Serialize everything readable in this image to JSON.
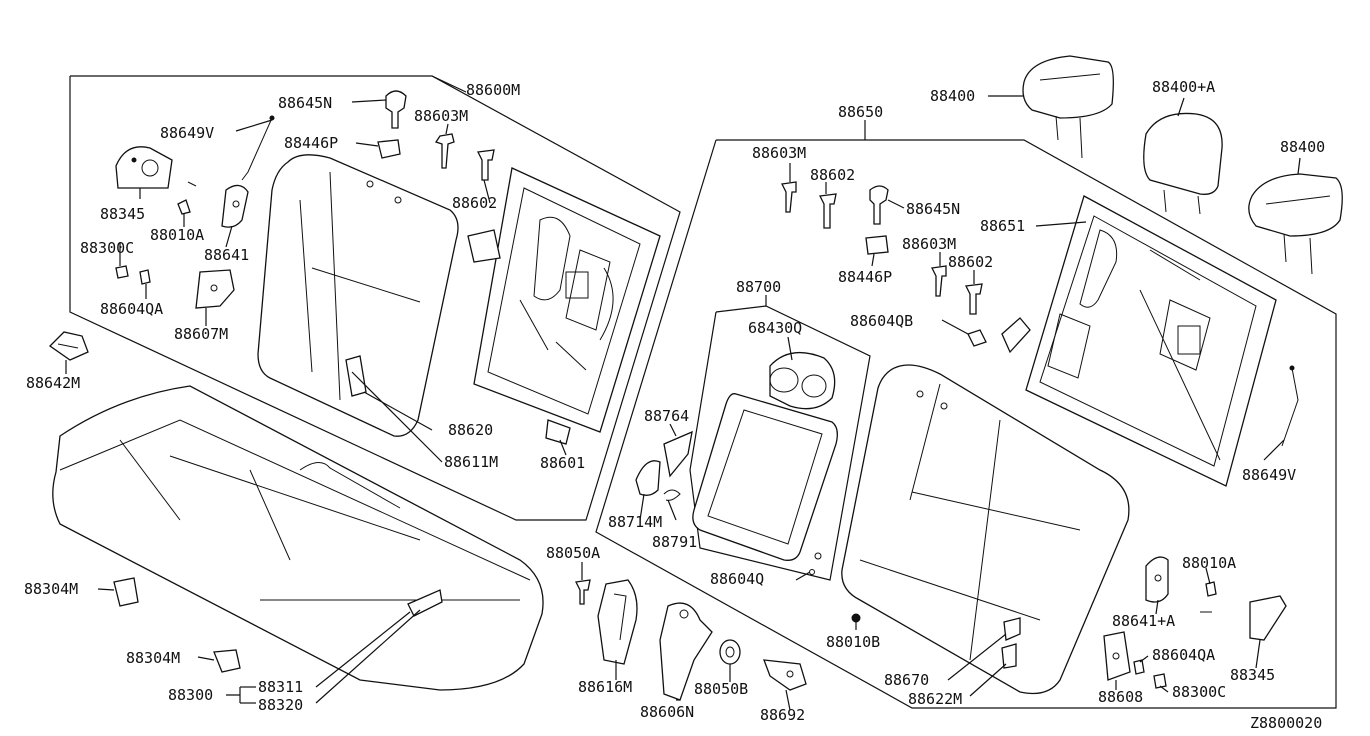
{
  "diagram_code": "Z8800020",
  "labels": {
    "p88600M": "88600M",
    "p88645N_l": "88645N",
    "p88603M_l": "88603M",
    "p88649V_l": "88649V",
    "p88446P_l": "88446P",
    "p88345_l": "88345",
    "p88602_l": "88602",
    "p88010A_l": "88010A",
    "p88641_l": "88641",
    "p88300C_l": "88300C",
    "p88604QA_l": "88604QA",
    "p88607M": "88607M",
    "p88642M": "88642M",
    "p88620": "88620",
    "p88611M": "88611M",
    "p88601": "88601",
    "p88304M_a": "88304M",
    "p88304M_b": "88304M",
    "p88300": "88300",
    "p88311": "88311",
    "p88320": "88320",
    "p88650": "88650",
    "p88603M_m1": "88603M",
    "p88602_m1": "88602",
    "p88645N_r": "88645N",
    "p88603M_m2": "88603M",
    "p88602_m2": "88602",
    "p88446P_r": "88446P",
    "p88604QB": "88604QB",
    "p88700": "88700",
    "p68430Q": "68430Q",
    "p88764": "88764",
    "p88714M": "88714M",
    "p88791": "88791",
    "p88050A": "88050A",
    "p88604Q": "88604Q",
    "p88616M": "88616M",
    "p88606N": "88606N",
    "p88050B": "88050B",
    "p88692": "88692",
    "p88010B": "88010B",
    "p88400_a": "88400",
    "p88400A": "88400+A",
    "p88400_b": "88400",
    "p88651": "88651",
    "p88649V_r": "88649V",
    "p88010A_r": "88010A",
    "p88641A": "88641+A",
    "p88604QA_r": "88604QA",
    "p88345_r": "88345",
    "p88608": "88608",
    "p88300C_r": "88300C",
    "p88670": "88670",
    "p88622M": "88622M"
  }
}
